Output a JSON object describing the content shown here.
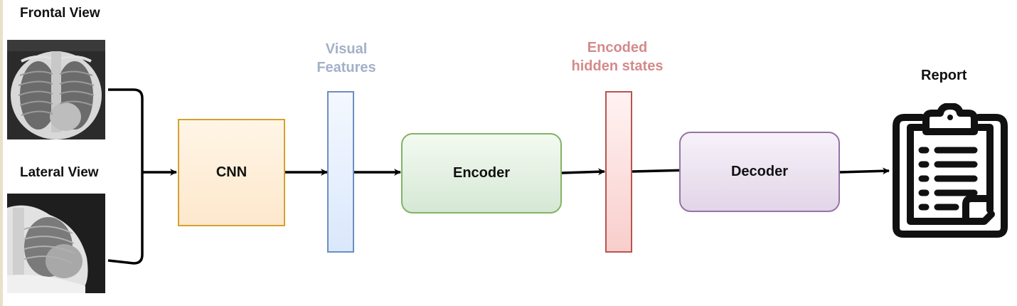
{
  "labels": {
    "frontal_view": "Frontal View",
    "lateral_view": "Lateral View",
    "visual_features": "Visual\nFeatures",
    "encoded_hidden_states": "Encoded\nhidden states",
    "report": "Report"
  },
  "blocks": {
    "cnn": "CNN",
    "encoder": "Encoder",
    "decoder": "Decoder"
  },
  "icons": {
    "frontal_xray": "chest-xray-frontal-image",
    "lateral_xray": "chest-xray-lateral-image",
    "report": "clipboard-report-icon"
  },
  "colors": {
    "cnn_border": "#d6a030",
    "cnn_fill": "#fde8cc",
    "visual_features_border": "#6c8ebf",
    "visual_features_fill": "#dae8fc",
    "visual_features_text": "#a3b0c8",
    "encoder_border": "#82b366",
    "encoder_fill": "#d5e8d4",
    "encoded_border": "#b85450",
    "encoded_fill": "#f8cecc",
    "encoded_text": "#d58a8a",
    "decoder_border": "#9673a6",
    "decoder_fill": "#e1d5e7"
  }
}
